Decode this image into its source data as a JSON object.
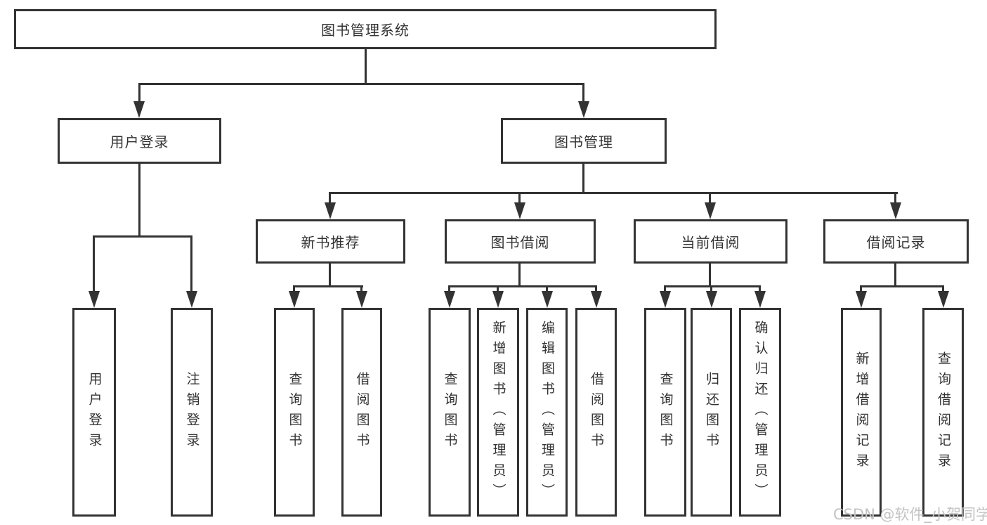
{
  "diagram": {
    "root": {
      "label": "图书管理系统"
    },
    "level2": [
      {
        "label": "用户登录"
      },
      {
        "label": "图书管理"
      }
    ],
    "level3": [
      {
        "label": "新书推荐"
      },
      {
        "label": "图书借阅"
      },
      {
        "label": "当前借阅"
      },
      {
        "label": "借阅记录"
      }
    ],
    "leaves": [
      {
        "label": "用户登录"
      },
      {
        "label": "注销登录"
      },
      {
        "label": "查询图书"
      },
      {
        "label": "借阅图书"
      },
      {
        "label": "查询图书"
      },
      {
        "label": "新增图书（管理员）"
      },
      {
        "label": "编辑图书（管理员）"
      },
      {
        "label": "借阅图书"
      },
      {
        "label": "查询图书"
      },
      {
        "label": "归还图书"
      },
      {
        "label": "确认归还（管理员）"
      },
      {
        "label": "新增借阅记录"
      },
      {
        "label": "查询借阅记录"
      }
    ],
    "colors": {
      "line": "#333333",
      "box_border": "#333333",
      "text": "#333333",
      "background": "#ffffff",
      "watermark": "#c3c3c3"
    }
  },
  "watermark": {
    "text": "CSDN @软件_小贺同学"
  }
}
